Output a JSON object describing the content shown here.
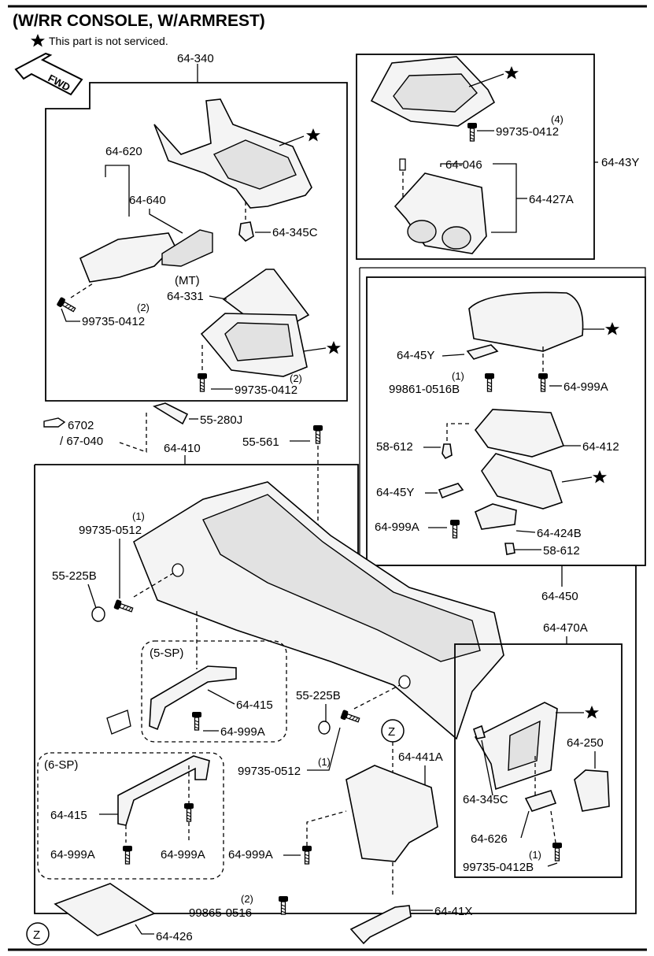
{
  "header": {
    "title": "(W/RR CONSOLE, W/ARMREST)",
    "note": "This part is not serviced.",
    "fwd_label": "FWD"
  },
  "labels": {
    "p64_340": "64-340",
    "p64_620": "64-620",
    "p64_640": "64-640",
    "p64_345C_top": "64-345C",
    "mt": "(MT)",
    "p64_331": "64-331",
    "qty2_a": "(2)",
    "p99735_0412_a": "99735-0412",
    "qty2_b": "(2)",
    "p99735_0412_b": "99735-0412",
    "qty4": "(4)",
    "p99735_0412_c": "99735-0412",
    "p64_046": "64-046",
    "p64_427A": "64-427A",
    "p64_43Y": "64-43Y",
    "p64_45Y_a": "64-45Y",
    "qty1_a": "(1)",
    "p99861_0516B": "99861-0516B",
    "p64_999A_r1": "64-999A",
    "p58_612_a": "58-612",
    "p64_412": "64-412",
    "p64_45Y_b": "64-45Y",
    "p64_999A_r2": "64-999A",
    "p64_424B": "64-424B",
    "p58_612_b": "58-612",
    "p64_450": "64-450",
    "ref_6702": "6702",
    "ref_67_040": "/ 67-040",
    "p55_280J": "55-280J",
    "p64_410": "64-410",
    "p55_561": "55-561",
    "qty1_b": "(1)",
    "p99735_0512_a": "99735-0512",
    "p55_225B_a": "55-225B",
    "sp5": "(5-SP)",
    "p64_415_a": "64-415",
    "p64_999A_a": "64-999A",
    "p55_225B_b": "55-225B",
    "qty1_c": "(1)",
    "p99735_0512_b": "99735-0512",
    "sp6": "(6-SP)",
    "p64_415_b": "64-415",
    "p64_999A_b": "64-999A",
    "p64_999A_c": "64-999A",
    "p64_999A_d": "64-999A",
    "z_top": "Z",
    "p64_441A": "64-441A",
    "p64_470A": "64-470A",
    "p64_250": "64-250",
    "p64_345C_bot": "64-345C",
    "p64_626": "64-626",
    "qty1_d": "(1)",
    "p99735_0412B": "99735-0412B",
    "qty2_c": "(2)",
    "p99865_0516": "99865-0516",
    "p64_41X": "64-41X",
    "z_bot": "Z",
    "p64_426": "64-426"
  },
  "icons": [
    "star-icon",
    "fwd-arrow-icon",
    "reference-hand-icon"
  ],
  "colors": {
    "ink": "#000000",
    "paper": "#ffffff",
    "part_fill": "#f4f4f4"
  }
}
